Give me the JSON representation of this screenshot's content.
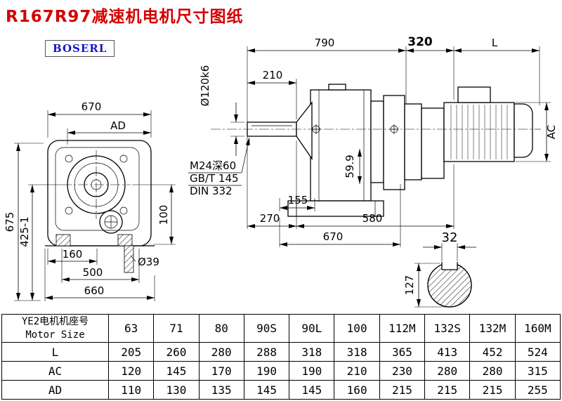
{
  "title": "R167R97减速机电机尺寸图纸",
  "logo": "BOSERL",
  "front_view": {
    "dim_width_top": "670",
    "dim_ad": "AD",
    "dim_height": "675",
    "dim_425": "425-1",
    "dim_100": "100",
    "dim_160": "160",
    "dim_500": "500",
    "dim_660": "660",
    "dim_phi39": "Ø39"
  },
  "side_view": {
    "dim_790": "790",
    "dim_320": "320",
    "dim_L": "L",
    "dim_phi120": "Ø120k6",
    "dim_210": "210",
    "dim_ac": "AC",
    "dim_599": "59.9",
    "note_m24": "M24深60",
    "note_gbt": "GB/T 145",
    "note_din": "DIN 332",
    "dim_155": "155",
    "dim_270": "270",
    "dim_580": "580",
    "dim_670": "670"
  },
  "shaft_section": {
    "dim_32": "32",
    "dim_127": "127"
  },
  "table": {
    "header_cn": "YE2电机机座号",
    "header_en": "Motor Size",
    "sizes": [
      "63",
      "71",
      "80",
      "90S",
      "90L",
      "100",
      "112M",
      "132S",
      "132M",
      "160M"
    ],
    "rows": [
      {
        "label": "L",
        "values": [
          "205",
          "260",
          "280",
          "288",
          "318",
          "318",
          "365",
          "413",
          "452",
          "524"
        ]
      },
      {
        "label": "AC",
        "values": [
          "120",
          "145",
          "170",
          "190",
          "190",
          "210",
          "230",
          "280",
          "280",
          "315"
        ]
      },
      {
        "label": "AD",
        "values": [
          "110",
          "130",
          "135",
          "145",
          "145",
          "160",
          "215",
          "215",
          "215",
          "255"
        ]
      }
    ]
  },
  "colors": {
    "title_red": "#d40000",
    "logo_blue": "#1414cc",
    "line_black": "#000000"
  }
}
